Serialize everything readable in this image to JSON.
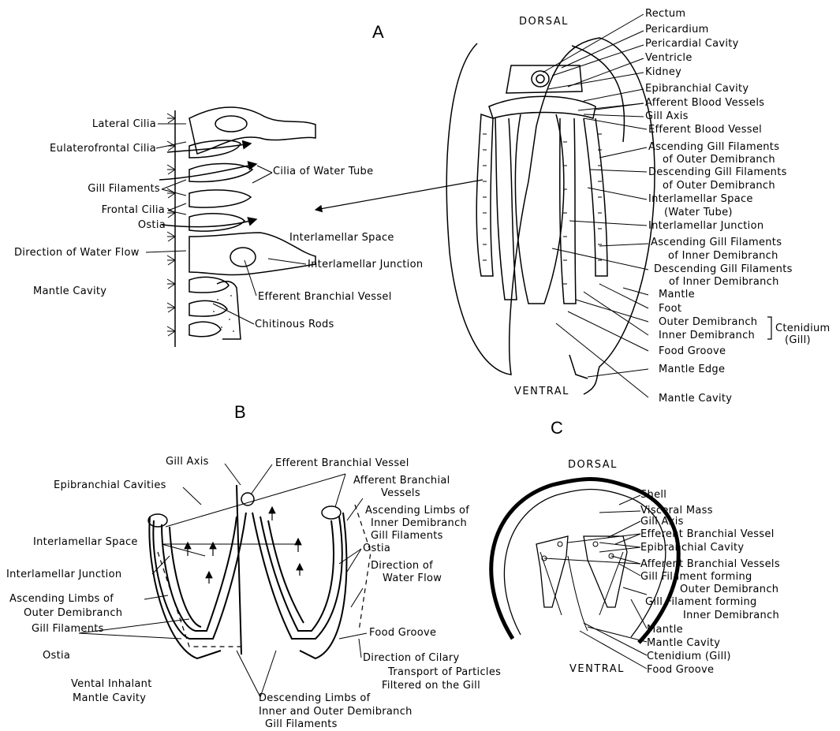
{
  "panels": {
    "A": {
      "letter": "A",
      "dorsal": "DORSAL",
      "ventral": "VENTRAL",
      "detail_labels": {
        "lateral_cilia": "Lateral Cilia",
        "eulaterofrontal_cilia": "Eulaterofrontal Cilia",
        "gill_filaments": "Gill Filaments",
        "frontal_cilia": "Frontal Cilia",
        "ostia": "Ostia",
        "direction_of_water_flow": "Direction of Water Flow",
        "mantle_cavity": "Mantle Cavity",
        "cilia_of_water_tube": "Cilia of Water Tube",
        "interlamellar_space": "Interlamellar Space",
        "interlamellar_junction": "Interlamellar Junction",
        "efferent_branchial_vessel": "Efferent Branchial Vessel",
        "chitinous_rods": "Chitinous Rods"
      },
      "section_labels": {
        "rectum": "Rectum",
        "pericardium": "Pericardium",
        "pericardial_cavity": "Pericardial Cavity",
        "ventricle": "Ventricle",
        "kidney": "Kidney",
        "epibranchial_cavity": "Epibranchial Cavity",
        "afferent_blood_vessels": "Afferent Blood Vessels",
        "gill_axis": "Gill Axis",
        "efferent_blood_vessel": "Efferent Blood Vessel",
        "ascending_outer_1": "Ascending Gill Filaments",
        "ascending_outer_2": "of Outer Demibranch",
        "descending_outer_1": "Descending Gill Filaments",
        "descending_outer_2": "of Outer Demibranch",
        "interlamellar_space_1": "Interlamellar Space",
        "interlamellar_space_2": "(Water Tube)",
        "interlamellar_junction": "Interlamellar Junction",
        "ascending_inner_1": "Ascending Gill Filaments",
        "ascending_inner_2": "of Inner Demibranch",
        "descending_inner_1": "Descending Gill Filaments",
        "descending_inner_2": "of Inner Demibranch",
        "mantle": "Mantle",
        "foot": "Foot",
        "outer_demibranch": "Outer Demibranch",
        "inner_demibranch": "Inner Demibranch",
        "ctenidium": "Ctenidium",
        "gill": "(Gill)",
        "food_groove": "Food Groove",
        "mantle_edge": "Mantle Edge",
        "mantle_cavity": "Mantle Cavity"
      }
    },
    "B": {
      "letter": "B",
      "labels": {
        "gill_axis": "Gill Axis",
        "efferent_branchial_vessel": "Efferent Branchial Vessel",
        "epibranchial_cavities": "Epibranchial Cavities",
        "afferent_branchial_1": "Afferent Branchial",
        "afferent_branchial_2": "Vessels",
        "ascending_inner_1": "Ascending Limbs of",
        "ascending_inner_2": "Inner Demibranch",
        "ascending_inner_3": "Gill Filaments",
        "interlamellar_space": "Interlamellar Space",
        "interlamellar_junction": "Interlamellar Junction",
        "ostia_right": "Ostia",
        "direction_water_1": "Direction of",
        "direction_water_2": "Water Flow",
        "ascending_outer_1": "Ascending Limbs of",
        "ascending_outer_2": "Outer Demibranch",
        "ascending_outer_3": "Gill Filaments",
        "food_groove": "Food Groove",
        "ostia_left": "Ostia",
        "ciliary_1": "Direction of Cilary",
        "ciliary_2": "Transport of Particles",
        "ciliary_3": "Filtered on the Gill",
        "ventral_inhalant_1": "Vental Inhalant",
        "ventral_inhalant_2": "Mantle Cavity",
        "descending_1": "Descending Limbs of",
        "descending_2": "Inner and Outer Demibranch",
        "descending_3": "Gill Filaments"
      }
    },
    "C": {
      "letter": "C",
      "dorsal": "DORSAL",
      "ventral": "VENTRAL",
      "labels": {
        "shell": "Shell",
        "visceral_mass": "Visceral Mass",
        "gill_axis": "Gill Axis",
        "efferent_branchial_vessel": "Efferent Branchial Vessel",
        "epibranchial_cavity": "Epibranchial Cavity",
        "afferent_branchial_vessels": "Afferent Branchial Vessels",
        "gill_outer_1": "Gill Filament forming",
        "gill_outer_2": "Outer Demibranch",
        "gill_inner_1": "Gill  Filament forming",
        "gill_inner_2": "Inner Demibranch",
        "mantle": "Mantle",
        "mantle_cavity": "Mantle  Cavity",
        "ctenidium": "Ctenidium (Gill)",
        "food_groove": "Food Groove"
      }
    }
  },
  "colors": {
    "ink": "#000000",
    "paper": "#ffffff"
  }
}
